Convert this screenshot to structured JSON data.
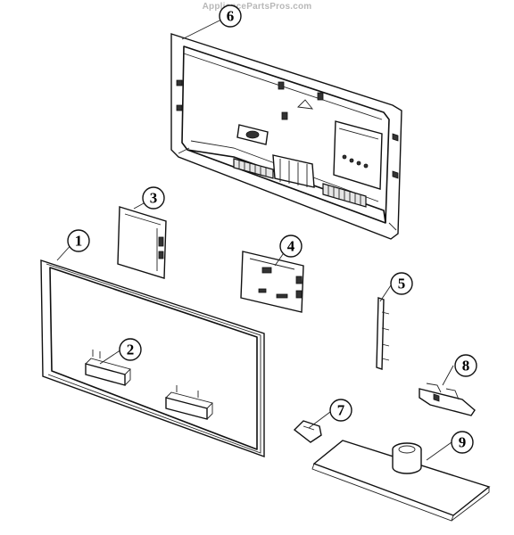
{
  "watermark": "AppliancePartsPros.com",
  "callouts": [
    "1",
    "2",
    "3",
    "4",
    "5",
    "6",
    "7",
    "8",
    "9"
  ]
}
